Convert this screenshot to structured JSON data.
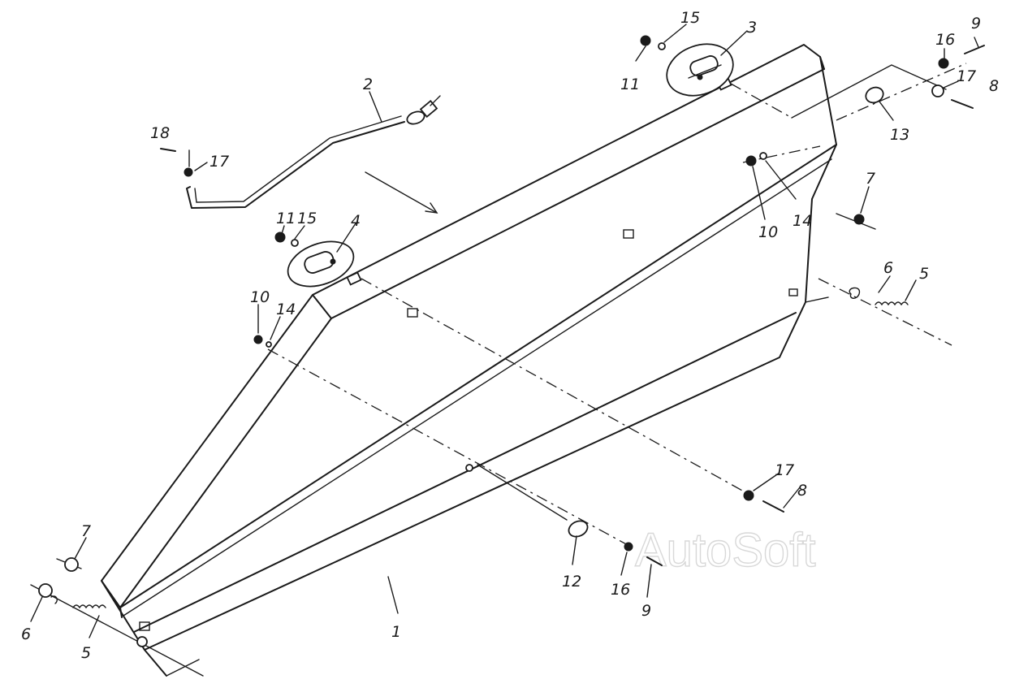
{
  "diagram": {
    "watermark": "AutoSoft",
    "callouts": [
      {
        "id": "c1",
        "text": "1"
      },
      {
        "id": "c2",
        "text": "2"
      },
      {
        "id": "c3",
        "text": "3"
      },
      {
        "id": "c4",
        "text": "4"
      },
      {
        "id": "c5a",
        "text": "5"
      },
      {
        "id": "c5b",
        "text": "5"
      },
      {
        "id": "c6a",
        "text": "6"
      },
      {
        "id": "c6b",
        "text": "6"
      },
      {
        "id": "c7a",
        "text": "7"
      },
      {
        "id": "c7b",
        "text": "7"
      },
      {
        "id": "c8a",
        "text": "8"
      },
      {
        "id": "c8b",
        "text": "8"
      },
      {
        "id": "c9a",
        "text": "9"
      },
      {
        "id": "c9b",
        "text": "9"
      },
      {
        "id": "c10a",
        "text": "10"
      },
      {
        "id": "c10b",
        "text": "10"
      },
      {
        "id": "c11a",
        "text": "11"
      },
      {
        "id": "c11b",
        "text": "11"
      },
      {
        "id": "c12",
        "text": "12"
      },
      {
        "id": "c13",
        "text": "13"
      },
      {
        "id": "c14a",
        "text": "14"
      },
      {
        "id": "c14b",
        "text": "14"
      },
      {
        "id": "c15a",
        "text": "15"
      },
      {
        "id": "c15b",
        "text": "15"
      },
      {
        "id": "c16a",
        "text": "16"
      },
      {
        "id": "c16b",
        "text": "16"
      },
      {
        "id": "c17a",
        "text": "17"
      },
      {
        "id": "c17b",
        "text": "17"
      },
      {
        "id": "c17c",
        "text": "17"
      },
      {
        "id": "c18",
        "text": "18"
      }
    ]
  }
}
